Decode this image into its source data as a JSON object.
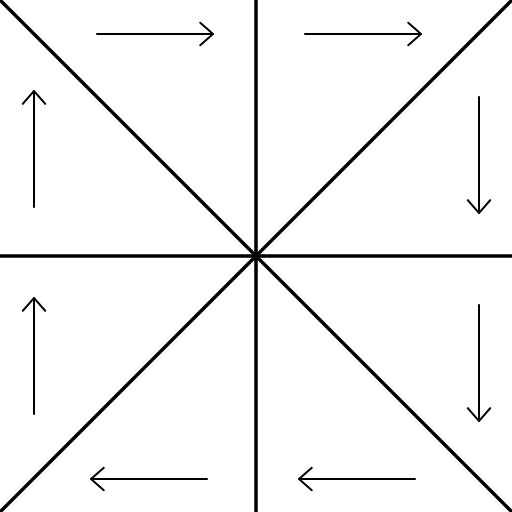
{
  "diagram": {
    "background_color": "#ffffff",
    "line_color": "#000000",
    "divisions": [
      "vertical-line",
      "horizontal-line",
      "diagonal-line-descending",
      "diagonal-line-ascending"
    ],
    "regions": 8,
    "arrows": [
      {
        "sector": "top-left",
        "direction": "right"
      },
      {
        "sector": "top-right",
        "direction": "right"
      },
      {
        "sector": "right-upper",
        "direction": "down"
      },
      {
        "sector": "right-lower",
        "direction": "down"
      },
      {
        "sector": "bottom-right",
        "direction": "left"
      },
      {
        "sector": "bottom-left",
        "direction": "left"
      },
      {
        "sector": "left-lower",
        "direction": "up"
      },
      {
        "sector": "left-upper",
        "direction": "up"
      }
    ],
    "flow": "clockwise"
  }
}
